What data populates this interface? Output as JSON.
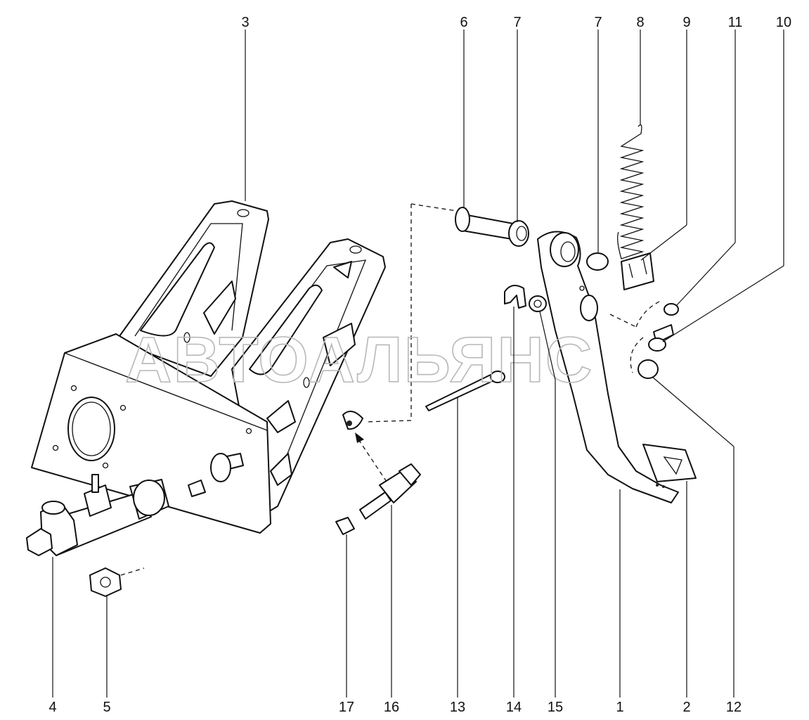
{
  "diagram": {
    "watermark": "АВТОАЛЬЯНС",
    "callouts": [
      {
        "id": "c3",
        "label": "3"
      },
      {
        "id": "c6",
        "label": "6"
      },
      {
        "id": "c7a",
        "label": "7"
      },
      {
        "id": "c7b",
        "label": "7"
      },
      {
        "id": "c8",
        "label": "8"
      },
      {
        "id": "c9",
        "label": "9"
      },
      {
        "id": "c11",
        "label": "11"
      },
      {
        "id": "c10",
        "label": "10"
      },
      {
        "id": "c4",
        "label": "4"
      },
      {
        "id": "c5",
        "label": "5"
      },
      {
        "id": "c17",
        "label": "17"
      },
      {
        "id": "c16",
        "label": "16"
      },
      {
        "id": "c13",
        "label": "13"
      },
      {
        "id": "c14",
        "label": "14"
      },
      {
        "id": "c15",
        "label": "15"
      },
      {
        "id": "c1",
        "label": "1"
      },
      {
        "id": "c2",
        "label": "2"
      },
      {
        "id": "c12",
        "label": "12"
      }
    ]
  }
}
